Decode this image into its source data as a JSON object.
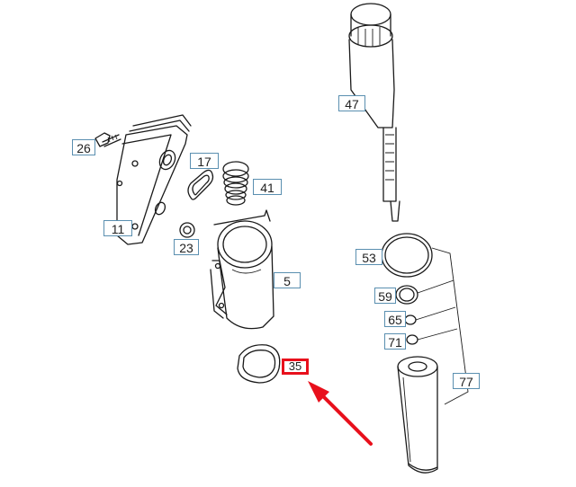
{
  "diagram": {
    "parts": [
      {
        "id": "26",
        "label": "26"
      },
      {
        "id": "17",
        "label": "17"
      },
      {
        "id": "41",
        "label": "41"
      },
      {
        "id": "11",
        "label": "11"
      },
      {
        "id": "23",
        "label": "23"
      },
      {
        "id": "5",
        "label": "5"
      },
      {
        "id": "35",
        "label": "35",
        "highlighted": true
      },
      {
        "id": "47",
        "label": "47"
      },
      {
        "id": "53",
        "label": "53"
      },
      {
        "id": "59",
        "label": "59"
      },
      {
        "id": "65",
        "label": "65"
      },
      {
        "id": "71",
        "label": "71"
      },
      {
        "id": "77",
        "label": "77"
      }
    ],
    "highlight_color": "#e8101c",
    "label_border_color": "#5a8fb0",
    "pointer_arrow": "red-arrow"
  }
}
